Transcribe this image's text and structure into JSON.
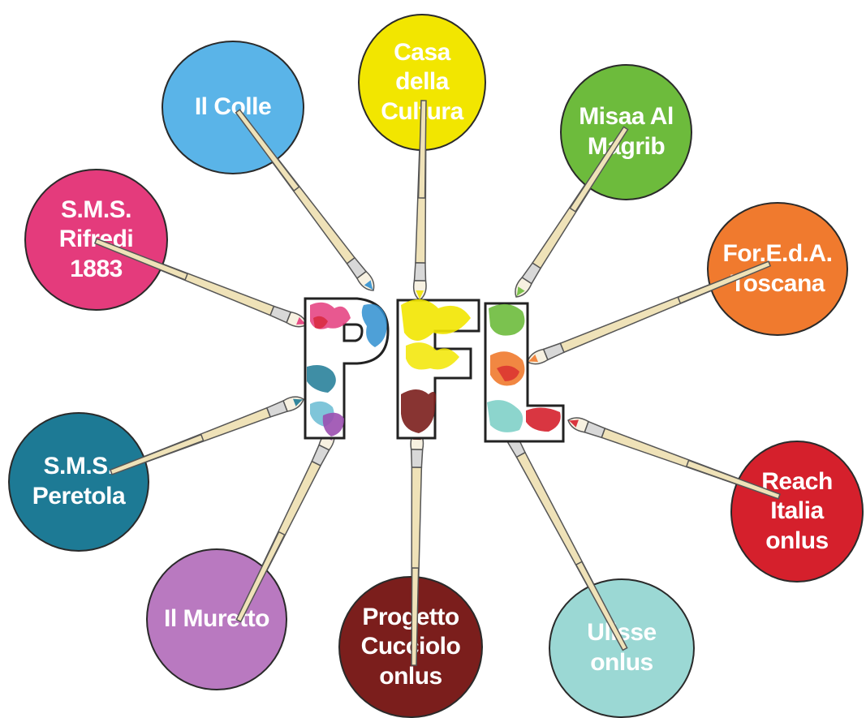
{
  "logo": {
    "letters": "PFL"
  },
  "organizations": [
    {
      "id": "il-colle",
      "label": "Il Colle",
      "color": "#5ab4e8"
    },
    {
      "id": "casa-della-cultura",
      "label": "Casa\ndella\nCultura",
      "color": "#f2e600"
    },
    {
      "id": "misaa-al-magrib",
      "label": "Misaa Al\nMagrib",
      "color": "#6dbb3c"
    },
    {
      "id": "foreda-toscana",
      "label": "For.E.d.A.\nToscana",
      "color": "#f07a2e"
    },
    {
      "id": "sms-rifredi-1883",
      "label": "S.M.S.\nRifredi\n1883",
      "color": "#e43b7c"
    },
    {
      "id": "sms-peretola",
      "label": "S.M.S.\nPeretola",
      "color": "#1d7a95"
    },
    {
      "id": "il-muretto",
      "label": "Il Muretto",
      "color": "#b979c0"
    },
    {
      "id": "progetto-cucciolo-onlus",
      "label": "Progetto\nCucciolo\nonlus",
      "color": "#7b1e1c"
    },
    {
      "id": "ulisse-onlus",
      "label": "Ulisse\nonlus",
      "color": "#9bd8d4"
    },
    {
      "id": "reach-italia-onlus",
      "label": "Reach\nItalia\nonlus",
      "color": "#d5202c"
    }
  ]
}
